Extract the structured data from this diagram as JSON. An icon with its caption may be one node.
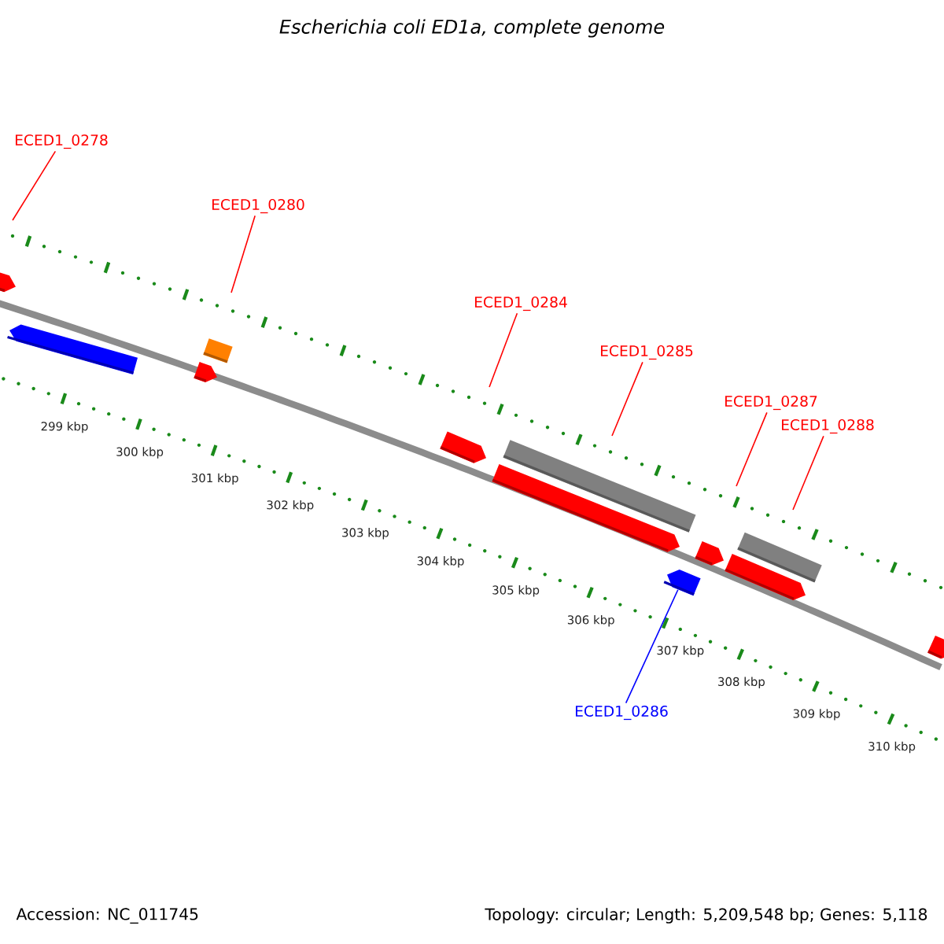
{
  "diagram": {
    "title": "Escherichia coli ED1a, complete genome",
    "nodes": [
      {
        "text": [
          "ECED1_0278"
        ]
      },
      {
        "text": [
          "ECED1_0280"
        ]
      },
      {
        "text": [
          "ECED1_0284"
        ]
      },
      {
        "text": [
          "ECED1_0285"
        ]
      },
      {
        "text": [
          "ECED1_0287"
        ]
      },
      {
        "text": [
          "ECED1_0288"
        ]
      },
      {
        "text": [
          "ECED1_0286"
        ]
      },
      {
        "text": [],
        "shape": "bar"
      }
    ],
    "edges": [
      {
        "from": 0,
        "to": null,
        "arrow": "none"
      },
      {
        "from": 1,
        "to": null,
        "arrow": "none"
      },
      {
        "from": 2,
        "to": null,
        "arrow": "none"
      },
      {
        "from": 3,
        "to": null,
        "arrow": "none"
      },
      {
        "from": 4,
        "to": null,
        "arrow": "none"
      },
      {
        "from": 5,
        "to": null,
        "arrow": "none"
      },
      {
        "from": 6,
        "to": 7,
        "arrow": "none",
        "color": "#0000ff"
      }
    ],
    "labels": [
      "299 kbp",
      "300 kbp",
      "301 kbp",
      "302 kbp",
      "303 kbp",
      "304 kbp",
      "305 kbp",
      "306 kbp",
      "307 kbp",
      "308 kbp",
      "309 kbp",
      "310 kbp",
      "Accession: NC_011745",
      "Topology: circular; Length: 5,209,548 bp; Genes: 5,118"
    ]
  }
}
